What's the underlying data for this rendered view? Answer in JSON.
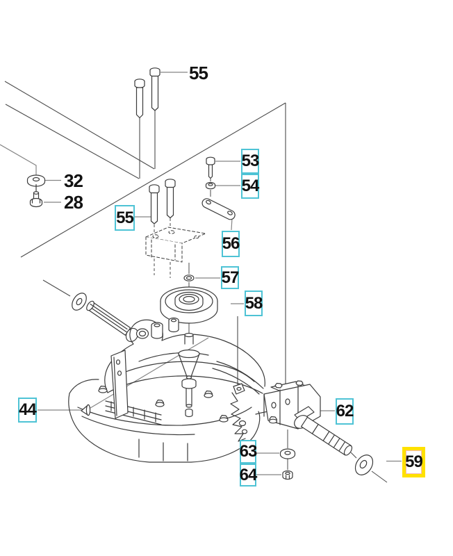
{
  "colors": {
    "callout_border": "#4ec3d5",
    "highlight_border": "#ffe100",
    "highlight_inner_line": "#f5b8bc",
    "line_art": "#3a3a3a",
    "leader_line": "#858585",
    "background": "#ffffff",
    "label_text": "#121212"
  },
  "plain_labels": {
    "bolts_top": "55",
    "washer_left": "32",
    "bolt_left": "28"
  },
  "callouts": {
    "c53": "53",
    "c54": "54",
    "c55": "55",
    "c56": "56",
    "c57": "57",
    "c58": "58",
    "c44": "44",
    "c62": "62",
    "c63": "63",
    "c64": "64",
    "c59": "59"
  },
  "highlighted_part": "59"
}
